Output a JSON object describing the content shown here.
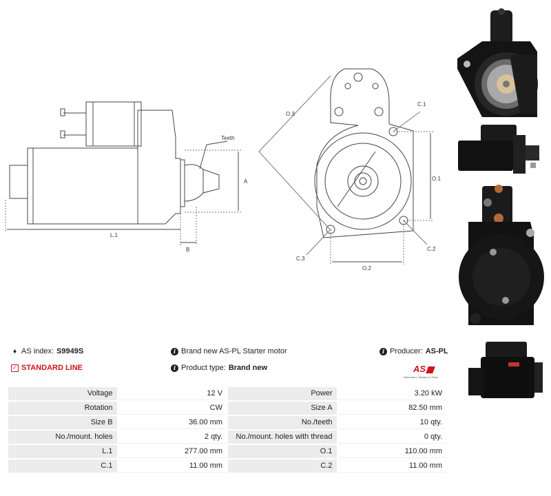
{
  "drawing": {
    "labels": {
      "teeth": "Teeth",
      "a": "A",
      "b": "B",
      "l1": "L.1",
      "o3": "O.3",
      "c1": "C.1",
      "o1": "O.1",
      "c2": "C.2",
      "c3": "C.3",
      "o2": "O.2"
    }
  },
  "photos": [
    {
      "name": "front-view"
    },
    {
      "name": "side-view"
    },
    {
      "name": "rear-view"
    },
    {
      "name": "angle-view"
    }
  ],
  "info": {
    "as_index_label": "AS index:",
    "as_index_value": "S9949S",
    "standard_line": "STANDARD LINE",
    "description": "Brand new AS-PL Starter motor",
    "product_type_label": "Product type:",
    "product_type_value": "Brand new",
    "producer_label": "Producer:",
    "producer_value": "AS-PL",
    "logo_mark": "AS",
    "logo_sub": "Alternators, Starters & Parts"
  },
  "specs": [
    {
      "k1": "Voltage",
      "v1": "12 V",
      "k2": "Power",
      "v2": "3.20 kW"
    },
    {
      "k1": "Rotation",
      "v1": "CW",
      "k2": "Size A",
      "v2": "82.50 mm"
    },
    {
      "k1": "Size B",
      "v1": "36.00 mm",
      "k2": "No./teeth",
      "v2": "10 qty."
    },
    {
      "k1": "No./mount. holes",
      "v1": "2 qty.",
      "k2": "No./mount. holes with thread",
      "v2": "0 qty."
    },
    {
      "k1": "L.1",
      "v1": "277.00 mm",
      "k2": "O.1",
      "v2": "110.00 mm"
    },
    {
      "k1": "C.1",
      "v1": "11.00 mm",
      "k2": "C.2",
      "v2": "11.00 mm"
    }
  ],
  "colors": {
    "accent_red": "#d0121b"
  }
}
